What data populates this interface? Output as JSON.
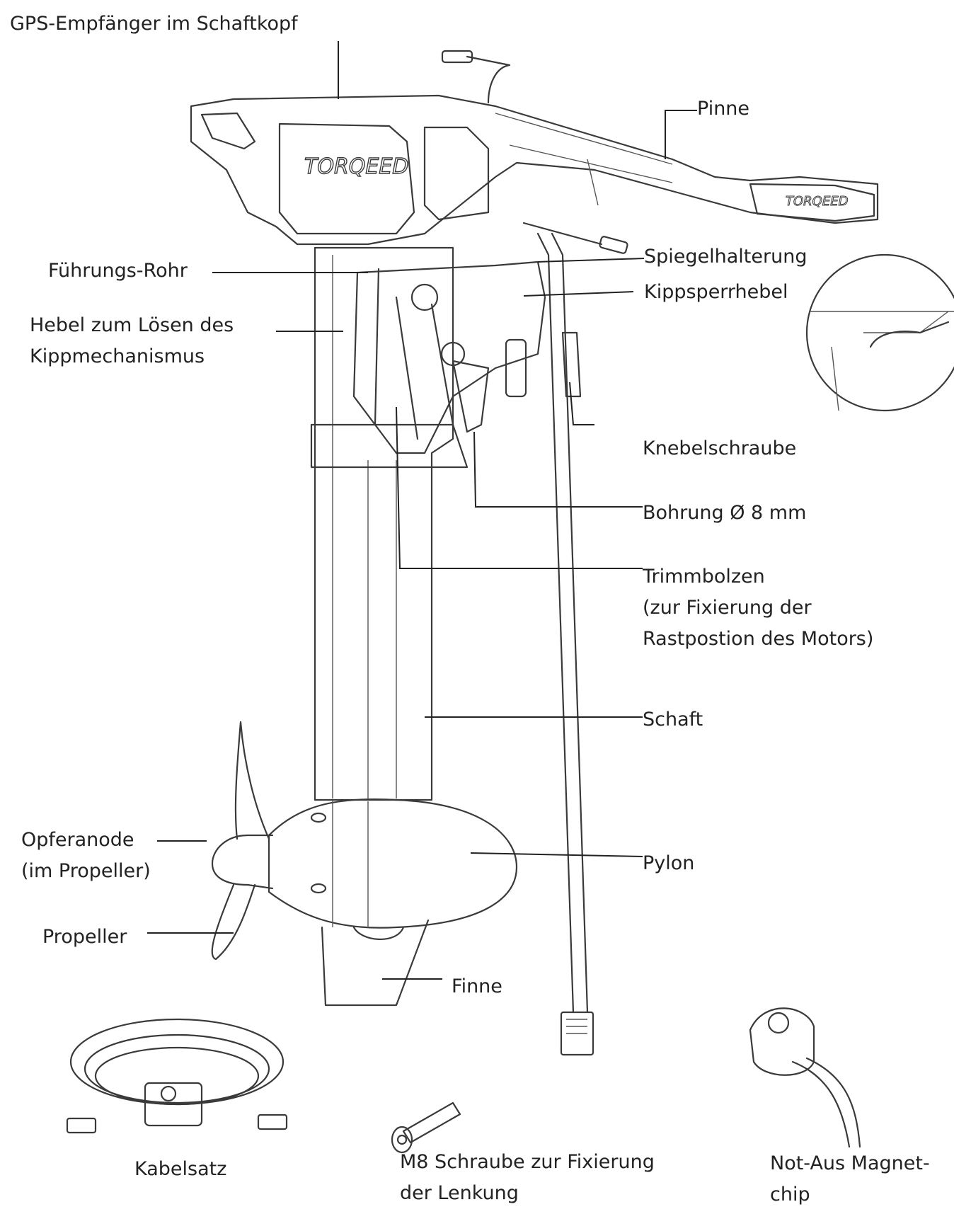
{
  "labels": {
    "gps": "GPS-Empfänger im Schaftkopf",
    "pinne": "Pinne",
    "fuehrungsrohr": "Führungs-Rohr",
    "spiegelhalterung": "Spiegelhalterung",
    "kippsperrhebel": "Kippsperrhebel",
    "hebel_line1": "Hebel zum Lösen des",
    "hebel_line2": "Kippmechanismus",
    "knebelschraube": "Knebelschraube",
    "bohrung": "Bohrung Ø 8 mm",
    "trimm_line1": "Trimmbolzen",
    "trimm_line2": "(zur Fixierung der",
    "trimm_line3": "Rastpostion des Motors)",
    "schaft": "Schaft",
    "opfer_line1": "Opferanode",
    "opfer_line2": "(im Propeller)",
    "pylon": "Pylon",
    "propeller": "Propeller",
    "finne": "Finne",
    "kabelsatz": "Kabelsatz",
    "m8_line1": "M8 Schraube zur Fixierung",
    "m8_line2": "der Lenkung",
    "notaus_line1": "Not-Aus Magnet-",
    "notaus_line2": "chip"
  },
  "colors": {
    "line": "#3a3a3a",
    "text": "#222222",
    "background": "#ffffff"
  }
}
